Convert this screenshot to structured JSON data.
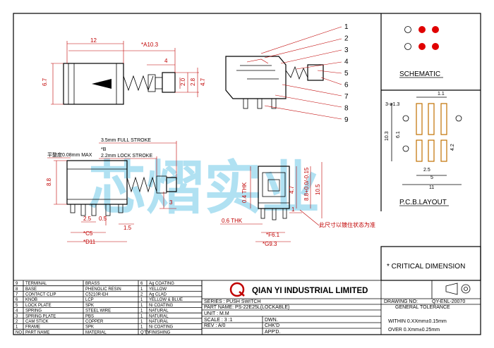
{
  "watermark": "芯熠实业",
  "top_view": {
    "dim_width": "12",
    "dim_total": "*A10.3",
    "dim_4": "4",
    "dim_height": "6.7",
    "dim_2_0": "2.0",
    "dim_2_8": "2.8",
    "dim_4_7": "4.7"
  },
  "callouts": [
    "1",
    "2",
    "3",
    "4",
    "5",
    "6",
    "7",
    "8",
    "9"
  ],
  "side_view": {
    "full_stroke": "3.5mm FULL STROKE",
    "b_mark": "*B",
    "lock_stroke": "2.2mm LOCK STROKE",
    "flatness": "平整度0.08mm MAX",
    "dim_8_8": "8.8",
    "dim_3": "3",
    "dim_2_5": "2.5",
    "dim_0_5": "0.5",
    "dim_1_5": "1.5",
    "c_mark": "*C5",
    "d_mark": "*D11"
  },
  "end_view": {
    "thk_0_4": "0.4 THK",
    "dim_8_8_tol": "8.8+0.0/-0.15",
    "dim_10_5": "10.5",
    "dim_4_7": "4.7",
    "dim_1": "1",
    "thk_0_6": "0.6 THK",
    "f_mark": "*F6.1",
    "g_mark": "*G9.3",
    "note": "此尺寸以镀住状态为准"
  },
  "schematic": {
    "title": "SCHEMATIC"
  },
  "pcb": {
    "title": "P.C.B.LAYOUT",
    "d1": "1.1",
    "d2": "3-ø1.3",
    "d3": "10.3",
    "d4": "6.1",
    "d5": "4.2",
    "d6": "2.5",
    "d7": "5",
    "d8": "11"
  },
  "critical_note": "* CRITICAL DIMENSION",
  "bom": {
    "header": [
      "NO",
      "PART NAME",
      "MATERIAL",
      "Q'TY",
      "FINISHING"
    ],
    "rows": [
      [
        "9",
        "TERMINAL",
        "BRASS",
        "6",
        "Ag COATING"
      ],
      [
        "8",
        "BASE",
        "PHENOLIC RESIN",
        "1",
        "YELLOW"
      ],
      [
        "7",
        "CONTACT CLIP",
        "C5210R-EH",
        "2",
        "Ag CLAD"
      ],
      [
        "6",
        "KNOB",
        "LCP",
        "1",
        "YELLOW & BLUE"
      ],
      [
        "5",
        "LOCK PLATE",
        "SPK",
        "1",
        "Ni COATING"
      ],
      [
        "4",
        "SPRING",
        "STEEL WIRE",
        "1",
        "NATURAL"
      ],
      [
        "3",
        "SPRING PLATE",
        "PBS",
        "1",
        "NATURAL"
      ],
      [
        "2",
        "CAM STICK",
        "COPPER",
        "1",
        "NATURAL"
      ],
      [
        "1",
        "FRAME",
        "SPK",
        "1",
        "Ni COATING"
      ]
    ]
  },
  "title_block": {
    "company": "QIAN YI INDUSTRIAL LIMITED",
    "logo_letter": "Q",
    "series": "SERIES : PUSH SWITCH",
    "part_name": "PART NAME: PS-22E25L(LOCKABLE)",
    "unit": "UNIT : M.M",
    "scale": "SCALE : 3 :1",
    "rev": "REV  : A/0",
    "dwn": "DWN.",
    "chkd": "CHK'D",
    "appd": "APP'D.",
    "drawing_no": "DRAWING NO:",
    "drawing_no_value": "QY-ENL-20070",
    "general_tolerance": "GENERAL TOLERANCE",
    "within": "WITHIN 0.XXmm±0.15mm",
    "over": "OVER  0.Xmm±0.25mm"
  }
}
